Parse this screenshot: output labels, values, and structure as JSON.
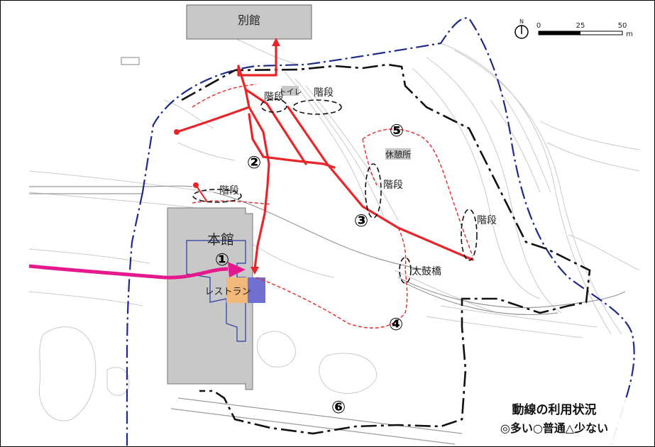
{
  "buildings": {
    "annex": "別館",
    "main": "本館",
    "restaurant": "レストラン",
    "rest_area": "休憩所",
    "toilet": "トイレ"
  },
  "features": {
    "stairs_1": "階段",
    "stairs_2": "階段",
    "stairs_3": "階段",
    "stairs_4": "階段",
    "stairs_5": "階段",
    "bridge": "太鼓橋"
  },
  "route_markers": [
    "①",
    "②",
    "③",
    "④",
    "⑤",
    "⑥"
  ],
  "scale_bar": {
    "labels": [
      "0",
      "25",
      "50"
    ],
    "unit": "m",
    "north": "N"
  },
  "legend": {
    "title": "動線の利用状況",
    "scale": "◎多い○普通△少ない"
  },
  "colors": {
    "route_main": "#e8262a",
    "route_minor": "#e8262a",
    "entry_route": "#e6198c",
    "boundary": "#000000",
    "outer_boundary": "#1f2a88",
    "building": "#c8c8c8",
    "restaurant": "#f2b879",
    "restaurant_wing": "#6f6fd0"
  }
}
